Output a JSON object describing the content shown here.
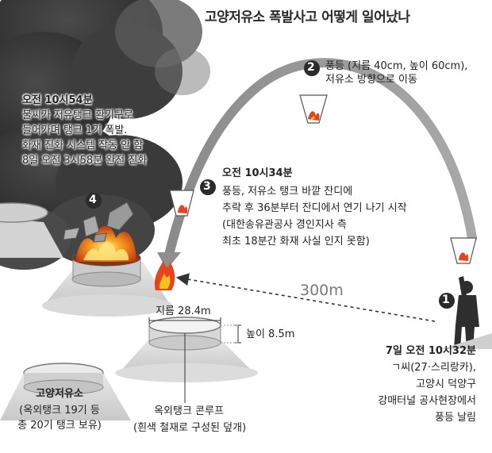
{
  "title": "고양저유소 폭발사고 어떻게 일어났나",
  "steps": [
    {
      "num": "1",
      "time": "7일 오전 10시32분",
      "lines": [
        "ㄱ씨(27·스리랑카),",
        "고양시 덕양구",
        "강매터널 공사현장에서",
        "풍등 날림"
      ]
    },
    {
      "num": "2",
      "lines": [
        "풍등 (지름 40cm,  높이 60cm),",
        "저유소 방향으로 이동"
      ]
    },
    {
      "num": "3",
      "time": "오전 10시34분",
      "lines": [
        "풍등, 저유소 탱크 바깥 잔디에",
        "추락 후 36분부터 잔디에서 연기 나기 시작",
        "(대한송유관공사 경인지사 측",
        "최초 18분간 화재 사실 인지 못함)"
      ]
    },
    {
      "num": "4",
      "time": "오전 10시54분",
      "lines": [
        "불씨가 저유탱크 환기구로",
        "들어가며 탱크 1기 폭발.",
        "화재 진화 시스템 작동 안 함",
        "8일 오전 3시58분 완전 진화"
      ]
    }
  ],
  "distance": "300m",
  "tank": {
    "diameter": "지름 28.4m",
    "height": "높이 8.5m",
    "roof_label": "옥외탱크 콘루프",
    "roof_note": "(흰색 철재로 구성된 덮개)"
  },
  "facility": {
    "name": "고양저유소",
    "note_lines": [
      "(옥외탱크 19기 등",
      "총 20기 탱크 보유)"
    ]
  },
  "colors": {
    "flame": "#e8431c",
    "flame_core": "#f7c21a",
    "smoke": "#3c3c3c",
    "arrow": "#8e8e8e"
  }
}
